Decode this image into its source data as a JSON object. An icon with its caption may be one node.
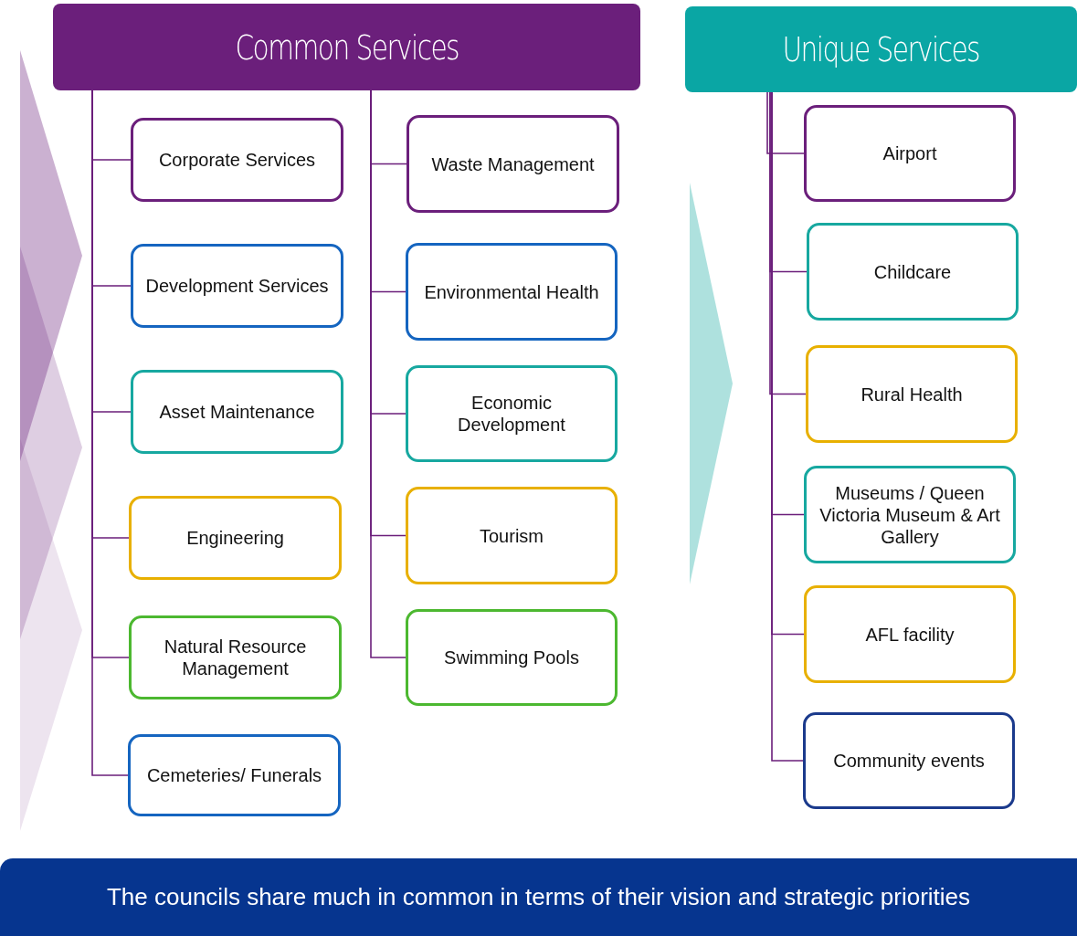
{
  "diagram": {
    "caption": "The councils share much in common in terms of their vision and strategic priorities",
    "nodes": [
      {
        "text": [
          "Common Services"
        ]
      },
      {
        "text": [
          "Corporate Services"
        ]
      },
      {
        "text": [
          "Development Services"
        ]
      },
      {
        "text": [
          "Asset Maintenance"
        ]
      },
      {
        "text": [
          "Engineering"
        ]
      },
      {
        "text": [
          "Natural Resource Management"
        ]
      },
      {
        "text": [
          "Cemeteries/ Funerals"
        ]
      },
      {
        "text": [
          "Waste Management"
        ]
      },
      {
        "text": [
          "Environmental Health"
        ]
      },
      {
        "text": [
          "Economic Development"
        ]
      },
      {
        "text": [
          "Tourism"
        ]
      },
      {
        "text": [
          "Swimming Pools"
        ]
      },
      {
        "text": [
          "Unique Services"
        ]
      },
      {
        "text": [
          "Airport"
        ]
      },
      {
        "text": [
          "Childcare"
        ]
      },
      {
        "text": [
          "Rural Health"
        ]
      },
      {
        "text": [
          "Museums / Queen Victoria Museum & Art Gallery"
        ]
      },
      {
        "text": [
          "AFL facility"
        ]
      },
      {
        "text": [
          "Community events"
        ]
      }
    ],
    "edges": [
      {
        "from": 0,
        "to": 1,
        "arrow": "none"
      },
      {
        "from": 0,
        "to": 2,
        "arrow": "none"
      },
      {
        "from": 0,
        "to": 3,
        "arrow": "none"
      },
      {
        "from": 0,
        "to": 4,
        "arrow": "none"
      },
      {
        "from": 0,
        "to": 5,
        "arrow": "none"
      },
      {
        "from": 0,
        "to": 6,
        "arrow": "none"
      },
      {
        "from": 0,
        "to": 7,
        "arrow": "none"
      },
      {
        "from": 0,
        "to": 8,
        "arrow": "none"
      },
      {
        "from": 0,
        "to": 9,
        "arrow": "none"
      },
      {
        "from": 0,
        "to": 10,
        "arrow": "none"
      },
      {
        "from": 0,
        "to": 11,
        "arrow": "none"
      },
      {
        "from": 12,
        "to": 13,
        "arrow": "none"
      },
      {
        "from": 12,
        "to": 14,
        "arrow": "none"
      },
      {
        "from": 12,
        "to": 15,
        "arrow": "none"
      },
      {
        "from": 12,
        "to": 16,
        "arrow": "none"
      },
      {
        "from": 12,
        "to": 17,
        "arrow": "none"
      },
      {
        "from": 12,
        "to": 18,
        "arrow": "none"
      }
    ]
  }
}
